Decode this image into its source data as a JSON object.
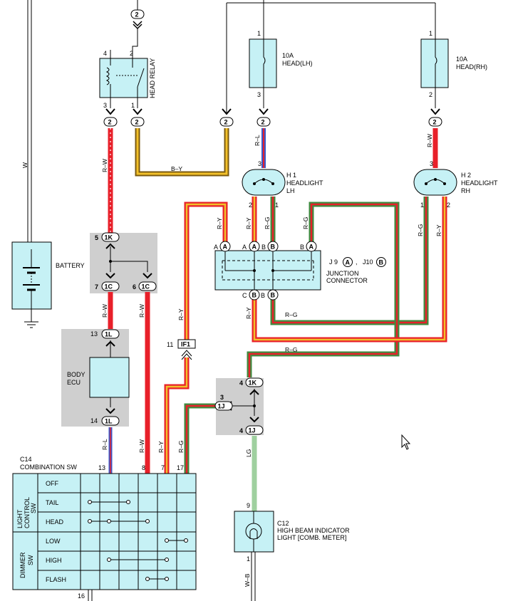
{
  "head_relay": {
    "name": "HEAD RELAY",
    "pins": [
      "4",
      "2",
      "3",
      "1"
    ]
  },
  "fuse_lh": {
    "rating": "10A",
    "name": "HEAD(LH)",
    "pin_top": "1",
    "pin_bottom": "3"
  },
  "fuse_rh": {
    "rating": "10A",
    "name": "HEAD(RH)",
    "pin_top": "1",
    "pin_bottom": "2"
  },
  "headlight_lh": {
    "code": "H 1",
    "name_line1": "HEADLIGHT",
    "name_line2": "LH",
    "pins": [
      "3",
      "2",
      "1"
    ]
  },
  "headlight_rh": {
    "code": "H 2",
    "name_line1": "HEADLIGHT",
    "name_line2": "RH",
    "pins": [
      "3",
      "1",
      "2"
    ]
  },
  "battery": {
    "label": "BATTERY"
  },
  "junction": {
    "name_line1": "JUNCTION",
    "name_line2": "CONNECTOR",
    "legend_j9": "J 9",
    "legend_j10": "J10",
    "sep": ",",
    "legend_a": "A",
    "legend_b": "B"
  },
  "body_ecu": {
    "name_line1": "BODY",
    "name_line2": "ECU",
    "pin_top": "13",
    "pin_bottom": "14",
    "conn": "1L"
  },
  "if1": {
    "pin": "11",
    "label": "IF1"
  },
  "c12": {
    "code": "C12",
    "name_line1": "HIGH BEAM INDICATOR",
    "name_line2": "LIGHT [COMB.  METER]",
    "pin_top": "9",
    "pin_bottom": "1"
  },
  "combination_sw": {
    "code": "C14",
    "name": "COMBINATION SW",
    "pins": [
      "13",
      "8",
      "7",
      "17"
    ],
    "bottom_pin": "16",
    "group1": [
      "LIGHT",
      "CONTROL",
      "SW"
    ],
    "group2": [
      "DIMMER",
      "SW"
    ],
    "rows": [
      "OFF",
      "TAIL",
      "HEAD",
      "LOW",
      "HIGH",
      "FLASH"
    ]
  },
  "connectors": {
    "c2": "2",
    "c1K": "1K",
    "c1C": "1C",
    "c1J": "1J",
    "c1L": "1L",
    "jA": "A",
    "jB": "B",
    "pin2": "2",
    "pin3": "3",
    "pin4": "4",
    "pin5": "5",
    "pin6": "6",
    "pin7": "7"
  },
  "wires": {
    "w": "W",
    "r_w": "R–W",
    "r_l": "R–L",
    "b_y": "B–Y",
    "r_y": "R–Y",
    "r_g": "R–G",
    "lg": "LG",
    "w_b": "W–B"
  },
  "colors": {
    "red": "#e8202a",
    "yellow": "#f2c02a",
    "green": "#3f8a3f",
    "blue": "#3b58c8",
    "light_green": "#9fd09f",
    "gray_box": "#cfcfcf",
    "cyan": "#c6f1f5",
    "brown": "#7a5a10",
    "white_wire": "#ffffff"
  }
}
